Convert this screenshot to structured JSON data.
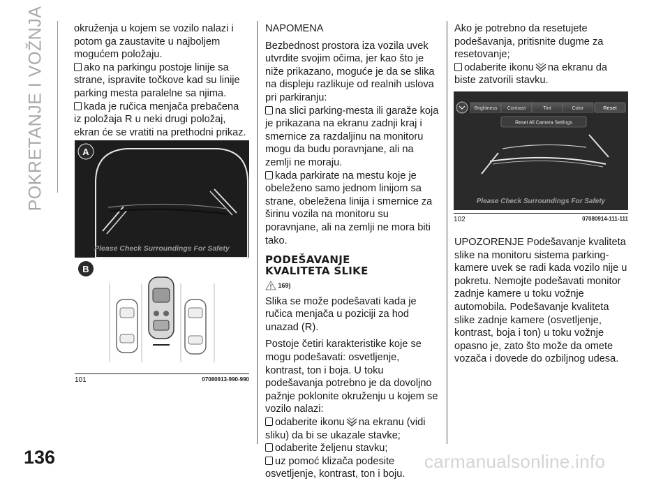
{
  "side_title": "POKRETANJE I VOŽNJA",
  "page_number": "136",
  "watermark": "carmanualsonline.info",
  "col1": {
    "p1": "okruženja u kojem se vozilo nalazi i potom ga zaustavite u najboljem mogućem položaju.",
    "b1": "ako na parkingu postoje linije sa strane, ispravite točkove kad su linije parking mesta paralelne sa njima.",
    "b2": "kada je ručica menjača prebačena iz položaja R u neki drugi položaj, ekran će se vratiti na prethodni prikaz."
  },
  "figure101": {
    "label_a": "A",
    "label_b": "B",
    "overlay_text": "Please Check Surroundings For Safety",
    "caption_number": "101",
    "caption_code": "07080913-990-990"
  },
  "col2": {
    "note_heading": "NAPOMENA",
    "note_text": "Bezbednost prostora iza vozila uvek utvrdite svojim očima, jer kao što je niže prikazano, moguće je da se slika na displeju razlikuje od realnih uslova pri parkiranju:",
    "b1": "na slici parking-mesta ili garaže koja je prikazana na ekranu zadnji kraj i smernice za razdaljinu na monitoru mogu da budu poravnjane, ali na zemlji ne moraju.",
    "b2": "kada parkirate na mestu koje je obeleženo samo jednom linijom sa strane, obeležena linija i smernice za širinu vozila na monitoru su poravnjane, ali na zemlji ne mora biti tako.",
    "section_title_line1": "PODEŠAVANJE",
    "section_title_line2": "KVALITETA SLIKE",
    "warning_ref": "169)",
    "p1": "Slika se može podešavati kada je ručica menjača u poziciji za hod unazad (R).",
    "p2": "Postoje četiri karakteristike koje se mogu podešavati: osvetljenje, kontrast, ton i boja. U toku podešavanja potrebno je da dovoljno pažnje poklonite okruženju u kojem se vozilo nalazi:",
    "b3_pre": "odaberite ikonu",
    "b3_post": "na ekranu (vidi sliku) da bi se ukazale stavke;",
    "b4": "odaberite željenu stavku;",
    "b5": "uz pomoć klizača podesite osvetljenje, kontrast, ton i boju."
  },
  "col3": {
    "p1": "Ako je potrebno da resetujete podešavanja, pritisnite dugme za resetovanje;",
    "b1_pre": "odaberite ikonu",
    "b1_post": "na ekranu da biste zatvorili stavku.",
    "warning": "UPOZORENJE Podešavanje kvaliteta slike na monitoru sistema parking-kamere uvek se radi kada vozilo nije u pokretu. Nemojte podešavati monitor zadnje kamere u toku vožnje automobila. Podešavanje kvaliteta slike zadnje kamere (osvetljenje, kontrast, boja i ton) u toku vožnje opasno je, zato što može da omete vozača i dovede do ozbiljnog udesa."
  },
  "figure102": {
    "menu": [
      "Brightness",
      "Contrast",
      "Tint",
      "Color",
      "Reset"
    ],
    "reset_all": "Reset All Camera Settings",
    "overlay_text": "Please Check Surroundings For Safety",
    "caption_number": "102",
    "caption_code": "07080914-111-111"
  }
}
